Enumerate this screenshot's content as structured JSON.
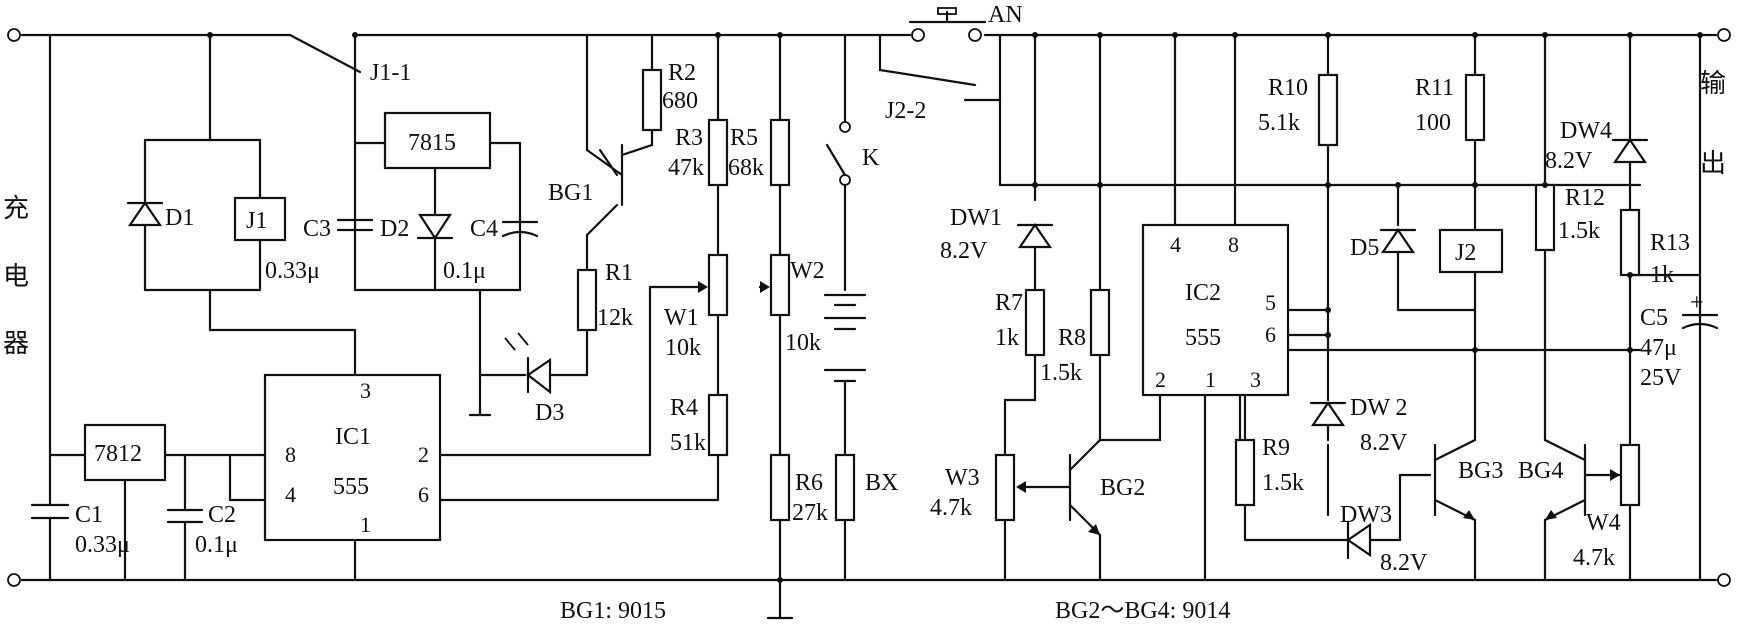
{
  "input_label": [
    "充",
    "电",
    "器"
  ],
  "output_label": [
    "输",
    "出"
  ],
  "ic1": {
    "name": "IC1",
    "chip": "555",
    "pins": {
      "p3": "3",
      "p8": "8",
      "p4": "4",
      "p2": "2",
      "p6": "6",
      "p1": "1"
    }
  },
  "ic2": {
    "name": "IC2",
    "chip": "555",
    "pins": {
      "p4": "4",
      "p8": "8",
      "p5": "5",
      "p6": "6",
      "p2": "2",
      "p1": "1",
      "p3": "3"
    }
  },
  "regulators": {
    "u7815": "7815",
    "u7812": "7812"
  },
  "components": {
    "c1": {
      "ref": "C1",
      "value": "0.33μ"
    },
    "c2": {
      "ref": "C2",
      "value": "0.1μ"
    },
    "c3": {
      "ref": "C3",
      "value": "0.33μ"
    },
    "c4": {
      "ref": "C4",
      "value": "0.1μ"
    },
    "c5": {
      "ref": "C5",
      "value": "47μ",
      "voltage": "25V"
    },
    "d1": "D1",
    "d2": "D2",
    "d3": "D3",
    "d5": "D5",
    "j1": "J1",
    "j2": "J2",
    "j1_1": "J1-1",
    "j2_2": "J2-2",
    "an": "AN",
    "k": "K",
    "bx": "BX",
    "bg1": "BG1",
    "bg2": "BG2",
    "bg3": "BG3",
    "bg4": "BG4",
    "r1": {
      "ref": "R1",
      "value": "12k"
    },
    "r2": {
      "ref": "R2",
      "value": "680"
    },
    "r3": {
      "ref": "R3",
      "value": "47k"
    },
    "r4": {
      "ref": "R4",
      "value": "51k"
    },
    "r5": {
      "ref": "R5",
      "value": "68k"
    },
    "r6": {
      "ref": "R6",
      "value": "27k"
    },
    "r7": {
      "ref": "R7",
      "value": "1k"
    },
    "r8": {
      "ref": "R8",
      "value": "1.5k"
    },
    "r9": {
      "ref": "R9",
      "value": "1.5k"
    },
    "r10": {
      "ref": "R10",
      "value": "5.1k"
    },
    "r11": {
      "ref": "R11",
      "value": "100"
    },
    "r12": {
      "ref": "R12",
      "value": "1.5k"
    },
    "r13": {
      "ref": "R13",
      "value": "1k"
    },
    "w1": {
      "ref": "W1",
      "value": "10k"
    },
    "w2": {
      "ref": "W2",
      "value": "10k"
    },
    "w3": {
      "ref": "W3",
      "value": "4.7k"
    },
    "w4": {
      "ref": "W4",
      "value": "4.7k"
    },
    "dw1": {
      "ref": "DW1",
      "value": "8.2V"
    },
    "dw2": {
      "ref": "DW 2",
      "value": "8.2V"
    },
    "dw3": {
      "ref": "DW3",
      "value": "8.2V"
    },
    "dw4": {
      "ref": "DW4",
      "value": "8.2V"
    }
  },
  "notes": {
    "bg1_type": "BG1: 9015",
    "bg2_4_type": "BG2～BG4: 9014"
  }
}
